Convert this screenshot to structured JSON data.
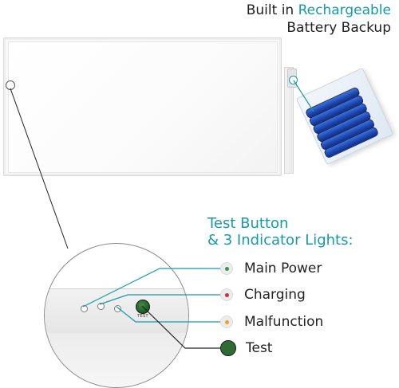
{
  "header": {
    "line1_prefix": "Built in ",
    "line1_accent": "Rechargeable",
    "line2": "Battery Backup"
  },
  "legend": {
    "title_line1": "Test Button",
    "title_line2": "& 3 Indicator Lights:",
    "items": [
      {
        "label": "Main Power",
        "color": "#3a9a3a"
      },
      {
        "label": "Charging",
        "color": "#d23030"
      },
      {
        "label": "Malfunction",
        "color": "#f0a020"
      },
      {
        "label": "Test",
        "color": "#2f6b35"
      }
    ]
  },
  "magnifier": {
    "test_label": "TEST"
  },
  "colors": {
    "accent": "#169aa6",
    "text": "#222222"
  }
}
